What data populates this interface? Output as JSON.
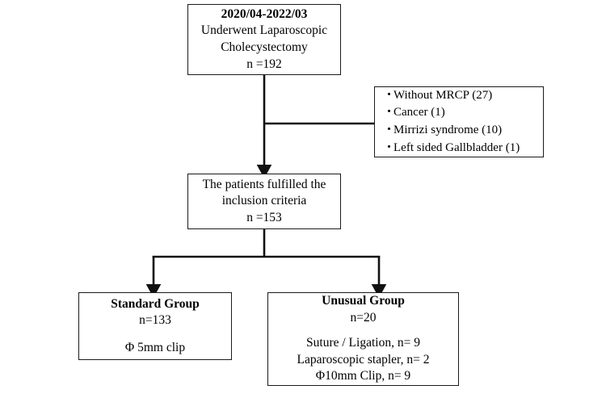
{
  "diagram": {
    "title": "Patient selection flow diagram for laparoscopic cholecystectomy study",
    "line_color": "#1a1a1a",
    "background": "#ffffff"
  },
  "nodes": {
    "enrollment": {
      "name": "enrollment-box",
      "period": "2020/04-2022/03",
      "procedure_line1": "Underwent Laparoscopic",
      "procedure_line2": "Cholecystectomy",
      "count": "n =192"
    },
    "exclusions": {
      "name": "exclusion-box",
      "bullet_glyph": "・",
      "items": [
        "Without MRCP (27)",
        "Cancer (1)",
        "Mirrizi syndrome (10)",
        "Left sided Gallbladder (1)"
      ]
    },
    "included": {
      "name": "inclusion-box",
      "line1": "The patients fulfilled the",
      "line2": "inclusion criteria",
      "count": "n =153"
    },
    "standard_group": {
      "name": "standard-group-box",
      "title": "Standard Group",
      "count": "n=133",
      "detail1": "Φ 5mm clip"
    },
    "unusual_group": {
      "name": "unusual-group-box",
      "title": "Unusual Group",
      "count": "n=20",
      "detail1": "Suture / Ligation, n= 9",
      "detail2": "Laparoscopic stapler, n= 2",
      "detail3": "Φ10mm Clip, n= 9"
    }
  },
  "connectors": {
    "trunk_top": "enrollment-to-inclusion-arrow",
    "exclusion_branch": "exclusion-branch-line",
    "split": "inclusion-to-groups-split",
    "left_arrow": "arrow-to-standard-group",
    "right_arrow": "arrow-to-unusual-group"
  }
}
